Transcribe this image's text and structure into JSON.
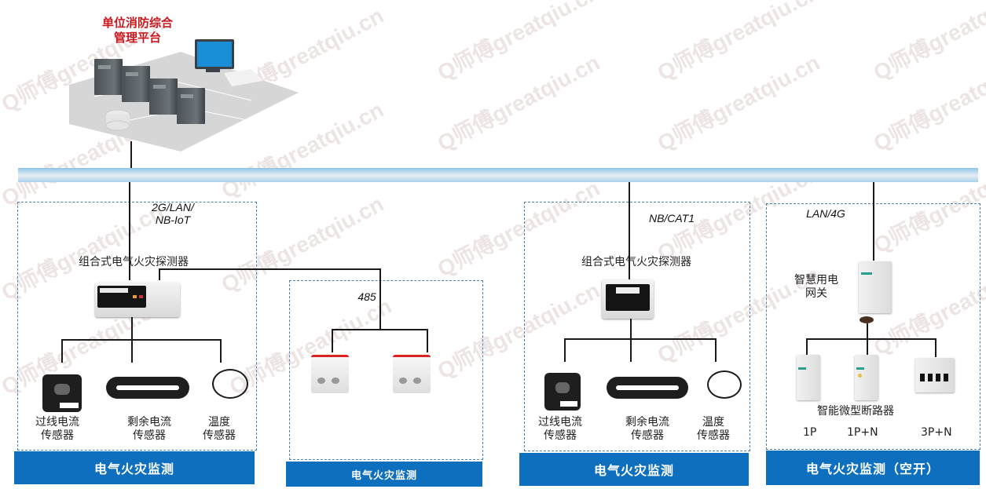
{
  "platform": {
    "title_line1": "单位消防综合",
    "title_line2": "管理平台"
  },
  "watermark": "Q师傅greatqiu.cn",
  "colors": {
    "footer_blue": "#0d6fbe",
    "platform_title_red": "#c8181e",
    "dash_border": "#4a84ad",
    "bus_blue": "#a9d0ea"
  },
  "groups": [
    {
      "protocol_line1": "2G/LAN/",
      "protocol_line2": "NB-IoT",
      "device_label": "组合式电气火灾探测器",
      "sensors": [
        {
          "line1": "过线电流",
          "line2": "传感器"
        },
        {
          "line1": "剩余电流",
          "line2": "传感器"
        },
        {
          "line1": "温度",
          "line2": "传感器"
        }
      ],
      "footer": "电气火灾监测"
    },
    {
      "protocol": "485",
      "footer": "电气火灾监测"
    },
    {
      "protocol": "NB/CAT1",
      "device_label": "组合式电气火灾探测器",
      "sensors": [
        {
          "line1": "过线电流",
          "line2": "传感器"
        },
        {
          "line1": "剩余电流",
          "line2": "传感器"
        },
        {
          "line1": "温度",
          "line2": "传感器"
        }
      ],
      "footer": "电气火灾监测"
    },
    {
      "protocol": "LAN/4G",
      "gateway_line1": "智慧用电",
      "gateway_line2": "网关",
      "breaker_label": "智能微型断路器",
      "breaker_types": [
        "1P",
        "1P+N",
        "3P+N"
      ],
      "footer": "电气火灾监测（空开）"
    }
  ]
}
